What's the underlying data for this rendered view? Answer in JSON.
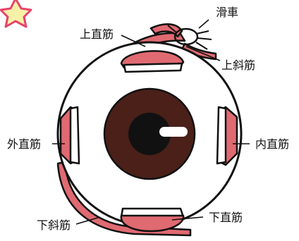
{
  "labels": {
    "trochlea": "滑車",
    "superior_rectus": "上直筋",
    "superior_oblique": "上斜筋",
    "lateral_rectus": "外直筋",
    "medial_rectus": "内直筋",
    "inferior_oblique": "下斜筋",
    "inferior_rectus": "下直筋"
  },
  "colors": {
    "muscle": "#e06a72",
    "muscle_light": "#f3b7bb",
    "outline": "#111111",
    "iris": "#4a2019",
    "pupil": "#111111",
    "star": "#e8436c"
  }
}
